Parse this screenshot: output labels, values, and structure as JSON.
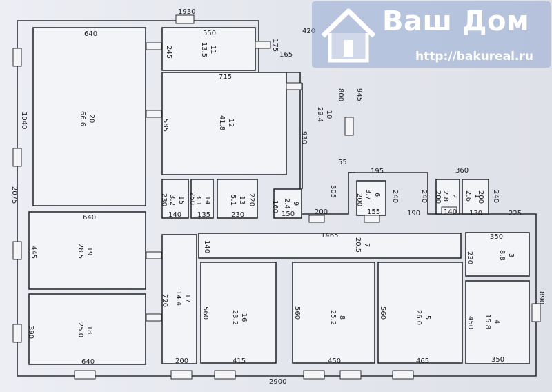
{
  "watermark": {
    "title": "Ваш Дом",
    "url": "http://bakureal.ru",
    "icon": "house-icon"
  },
  "rooms": [
    {
      "number": "20",
      "area": "66.6"
    },
    {
      "number": "11",
      "area": "13.5"
    },
    {
      "number": "12",
      "area": "41.8"
    },
    {
      "number": "10",
      "area": "29.4"
    },
    {
      "number": "15",
      "area": "3.2"
    },
    {
      "number": "14",
      "area": "3.1"
    },
    {
      "number": "13",
      "area": "5.1"
    },
    {
      "number": "9",
      "area": "2.4"
    },
    {
      "number": "6",
      "area": "3.7"
    },
    {
      "number": "2",
      "area": "2.8"
    },
    {
      "number": "1",
      "area": "2.6"
    },
    {
      "number": "19",
      "area": "28.5"
    },
    {
      "number": "18",
      "area": "25.0"
    },
    {
      "number": "17",
      "area": "14.4"
    },
    {
      "number": "7",
      "area": "20.5"
    },
    {
      "number": "16",
      "area": "23.2"
    },
    {
      "number": "8",
      "area": "25.2"
    },
    {
      "number": "5",
      "area": "26.0"
    },
    {
      "number": "3",
      "area": "8.8"
    },
    {
      "number": "4",
      "area": "15.8"
    }
  ],
  "dimensions": {
    "d1930": "1930",
    "d640a": "640",
    "d550": "550",
    "d420": "420",
    "d245": "245",
    "d175": "175",
    "d165": "165",
    "d715": "715",
    "d945": "945",
    "d800": "800",
    "d1040": "1040",
    "d585": "585",
    "d930": "930",
    "d2075": "2075",
    "d55": "55",
    "d195": "195",
    "d360": "360",
    "d305": "305",
    "d240a": "240",
    "d240b": "240",
    "d240c": "240",
    "d230a": "230",
    "d250": "250",
    "d220": "220",
    "d160": "160",
    "d200a": "200",
    "d200b": "200",
    "d200c": "200",
    "d200d": "200",
    "d140a": "140",
    "d135": "135",
    "d230b": "230",
    "d150": "150",
    "d200e": "200",
    "d155": "155",
    "d190": "190",
    "d140b": "140",
    "d130": "130",
    "d225": "225",
    "d640b": "640",
    "d1465": "1465",
    "d140c": "140",
    "d445": "445",
    "d350a": "350",
    "d230c": "230",
    "d720": "720",
    "d560a": "560",
    "d560b": "560",
    "d560c": "560",
    "d890": "890",
    "d450a": "450",
    "d390": "390",
    "d640c": "640",
    "d200f": "200",
    "d415": "415",
    "d450b": "450",
    "d465": "465",
    "d350b": "350",
    "d2900": "2900"
  }
}
